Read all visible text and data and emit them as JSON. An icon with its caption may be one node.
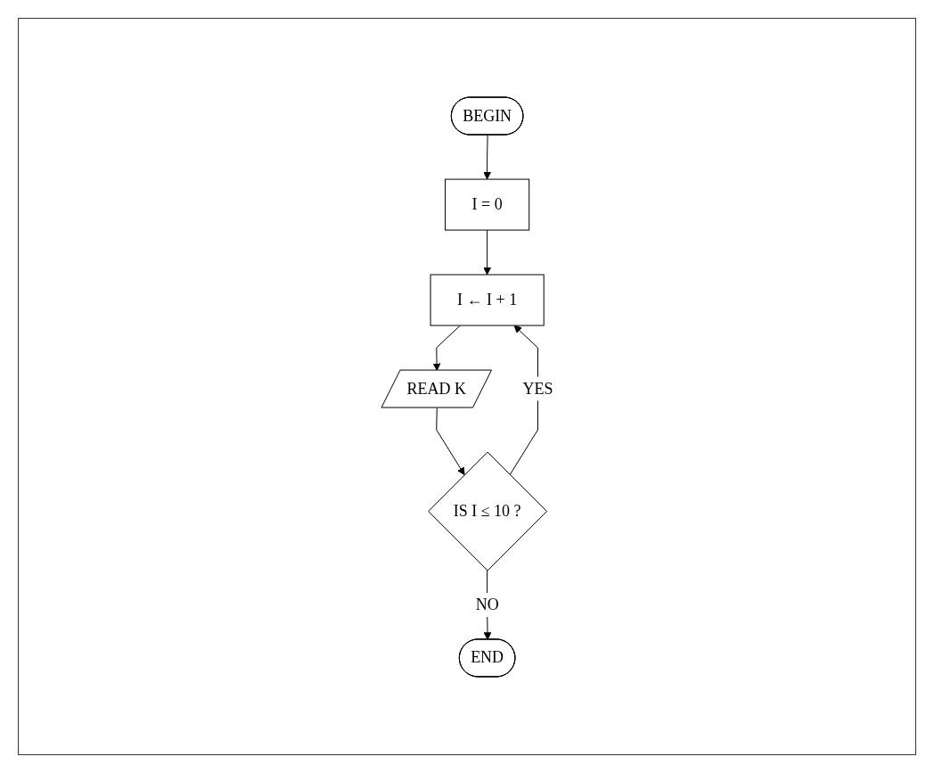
{
  "diagram": {
    "nodes": [
      {
        "text": [
          "BEGIN"
        ]
      },
      {
        "text": [
          "I = 0"
        ]
      },
      {
        "text": [
          "I ← I + 1"
        ]
      },
      {
        "text": [
          "READ K"
        ]
      },
      {
        "text": [
          "IS I ≤ 10 ?"
        ]
      },
      {
        "text": [
          "END"
        ]
      }
    ],
    "edges": [
      {
        "from": 0,
        "to": 1,
        "arrow": "to"
      },
      {
        "from": 1,
        "to": 2,
        "arrow": "to"
      },
      {
        "from": 2,
        "to": 3,
        "arrow": "to"
      },
      {
        "from": 3,
        "to": 4,
        "arrow": "to"
      },
      {
        "from": 4,
        "to": 2,
        "arrow": "to",
        "label": "YES"
      },
      {
        "from": 4,
        "to": 5,
        "arrow": "to",
        "label": "NO"
      }
    ]
  }
}
